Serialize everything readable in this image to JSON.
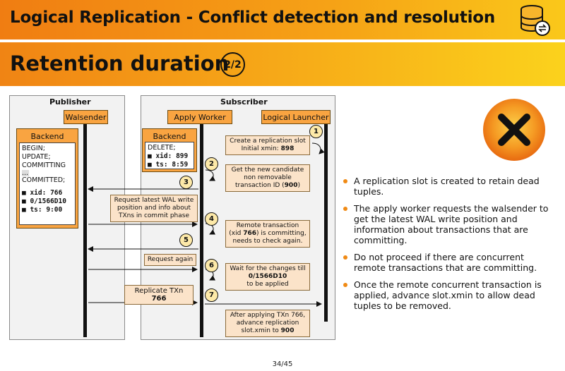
{
  "header": {
    "title": "Logical Replication - Conflict detection and resolution",
    "icon": "database-sync-icon"
  },
  "subheader": {
    "title": "Retention duration",
    "page_badge": "2/2"
  },
  "diagram": {
    "publisher_label": "Publisher",
    "subscriber_label": "Subscriber",
    "walsender_label": "Walsender",
    "apply_worker_label": "Apply Worker",
    "logical_launcher_label": "Logical Launcher",
    "pub_backend": {
      "label": "Backend",
      "lines": [
        "BEGIN;",
        "UPDATE;",
        "COMMITTING",
        "...",
        "COMMITTED;"
      ],
      "xid_key": "xid:",
      "xid_val": "766",
      "lsn": "0/1566D10",
      "ts_key": "ts:",
      "ts_val": "9:00"
    },
    "sub_backend": {
      "label": "Backend",
      "line": "DELETE;",
      "xid_key": "xid:",
      "xid_val": "899",
      "ts_key": "ts:",
      "ts_val": "8:59"
    },
    "steps": [
      "1",
      "2",
      "3",
      "4",
      "5",
      "6",
      "7"
    ],
    "notes": {
      "create_slot_1": "Create a replication slot",
      "create_slot_2": "Initial xmin:",
      "create_slot_3": "898",
      "candidate_1": "Get the new candidate",
      "candidate_2": "non removable",
      "candidate_3": "transaction ID (",
      "candidate_4": "900",
      "candidate_5": ")",
      "request_wal_1": "Request latest WAL write",
      "request_wal_2": "position and info about",
      "request_wal_3": "TXns in commit phase",
      "remote_txn_1": "Remote transaction",
      "remote_txn_2": "(xid ",
      "remote_txn_3": "766",
      "remote_txn_4": ") is committing,",
      "remote_txn_5": "needs to check again.",
      "request_again": "Request again",
      "wait_1": "Wait for the changes till",
      "wait_2": "0/1566D10",
      "wait_3": "to be applied",
      "replicate_1": "Replicate TXn ",
      "replicate_2": "766",
      "after_1": "After applying TXn 766,",
      "after_2": "advance replication",
      "after_3": "slot.xmin to ",
      "after_4": "900"
    }
  },
  "status_icon": "x-mark-icon",
  "bullets": [
    "A replication slot is created to retain dead tuples.",
    "The apply worker requests the walsender to get the latest WAL write position and information about transactions that are committing.",
    "Do not proceed if there are concurrent remote transactions that are committing.",
    "Once the remote concurrent transaction is applied, advance slot.xmin to allow dead tuples to be removed."
  ],
  "footer": {
    "page_number": "34/45"
  },
  "colors": {
    "accent": "#f08a14",
    "box_orange": "#f9a441",
    "note_fill": "#fbe3c9",
    "step_fill": "#fde9a8"
  }
}
